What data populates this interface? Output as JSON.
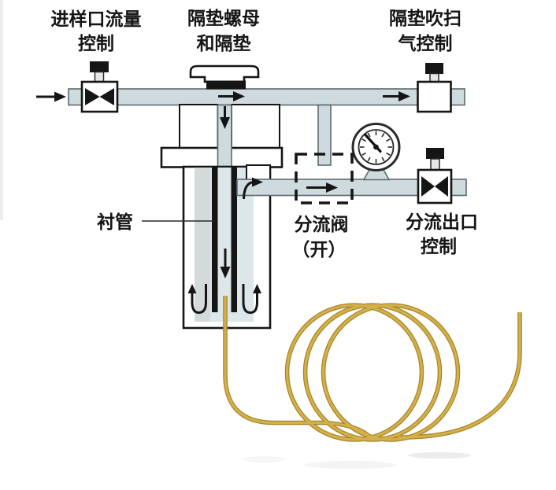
{
  "diagram": {
    "title": "GC split inlet gas-flow schematic",
    "labels": {
      "inlet_flow_control": {
        "line1": "进样口流量",
        "line2": "控制"
      },
      "septum_nut": {
        "line1": "隔垫螺母",
        "line2": "和隔垫"
      },
      "septum_purge_control": {
        "line1": "隔垫吹扫",
        "line2": "气控制"
      },
      "liner": "衬管",
      "split_valve": {
        "line1": "分流阀",
        "line2": "（开）"
      },
      "split_outlet_control": {
        "line1": "分流出口",
        "line2": "控制"
      }
    },
    "components": [
      "inlet-flow-control-valve-icon",
      "septum-nut-icon",
      "septum-purge-valve-icon",
      "pressure-gauge-icon",
      "split-valve-dashed-box",
      "split-outlet-control-valve-icon",
      "injector-body",
      "liner-tube",
      "capillary-column-coil",
      "flow-direction-arrows"
    ],
    "colors": {
      "background": "#ffffff",
      "pipe_fill": "#cfdade",
      "pipe_edge": "#5c6b70",
      "ink": "#151515",
      "body_inner": "#dde6e9",
      "body_inner_gray": "#d4dadc",
      "column_gold": "#d4b04a",
      "column_gold_dark": "#a8862c"
    }
  }
}
